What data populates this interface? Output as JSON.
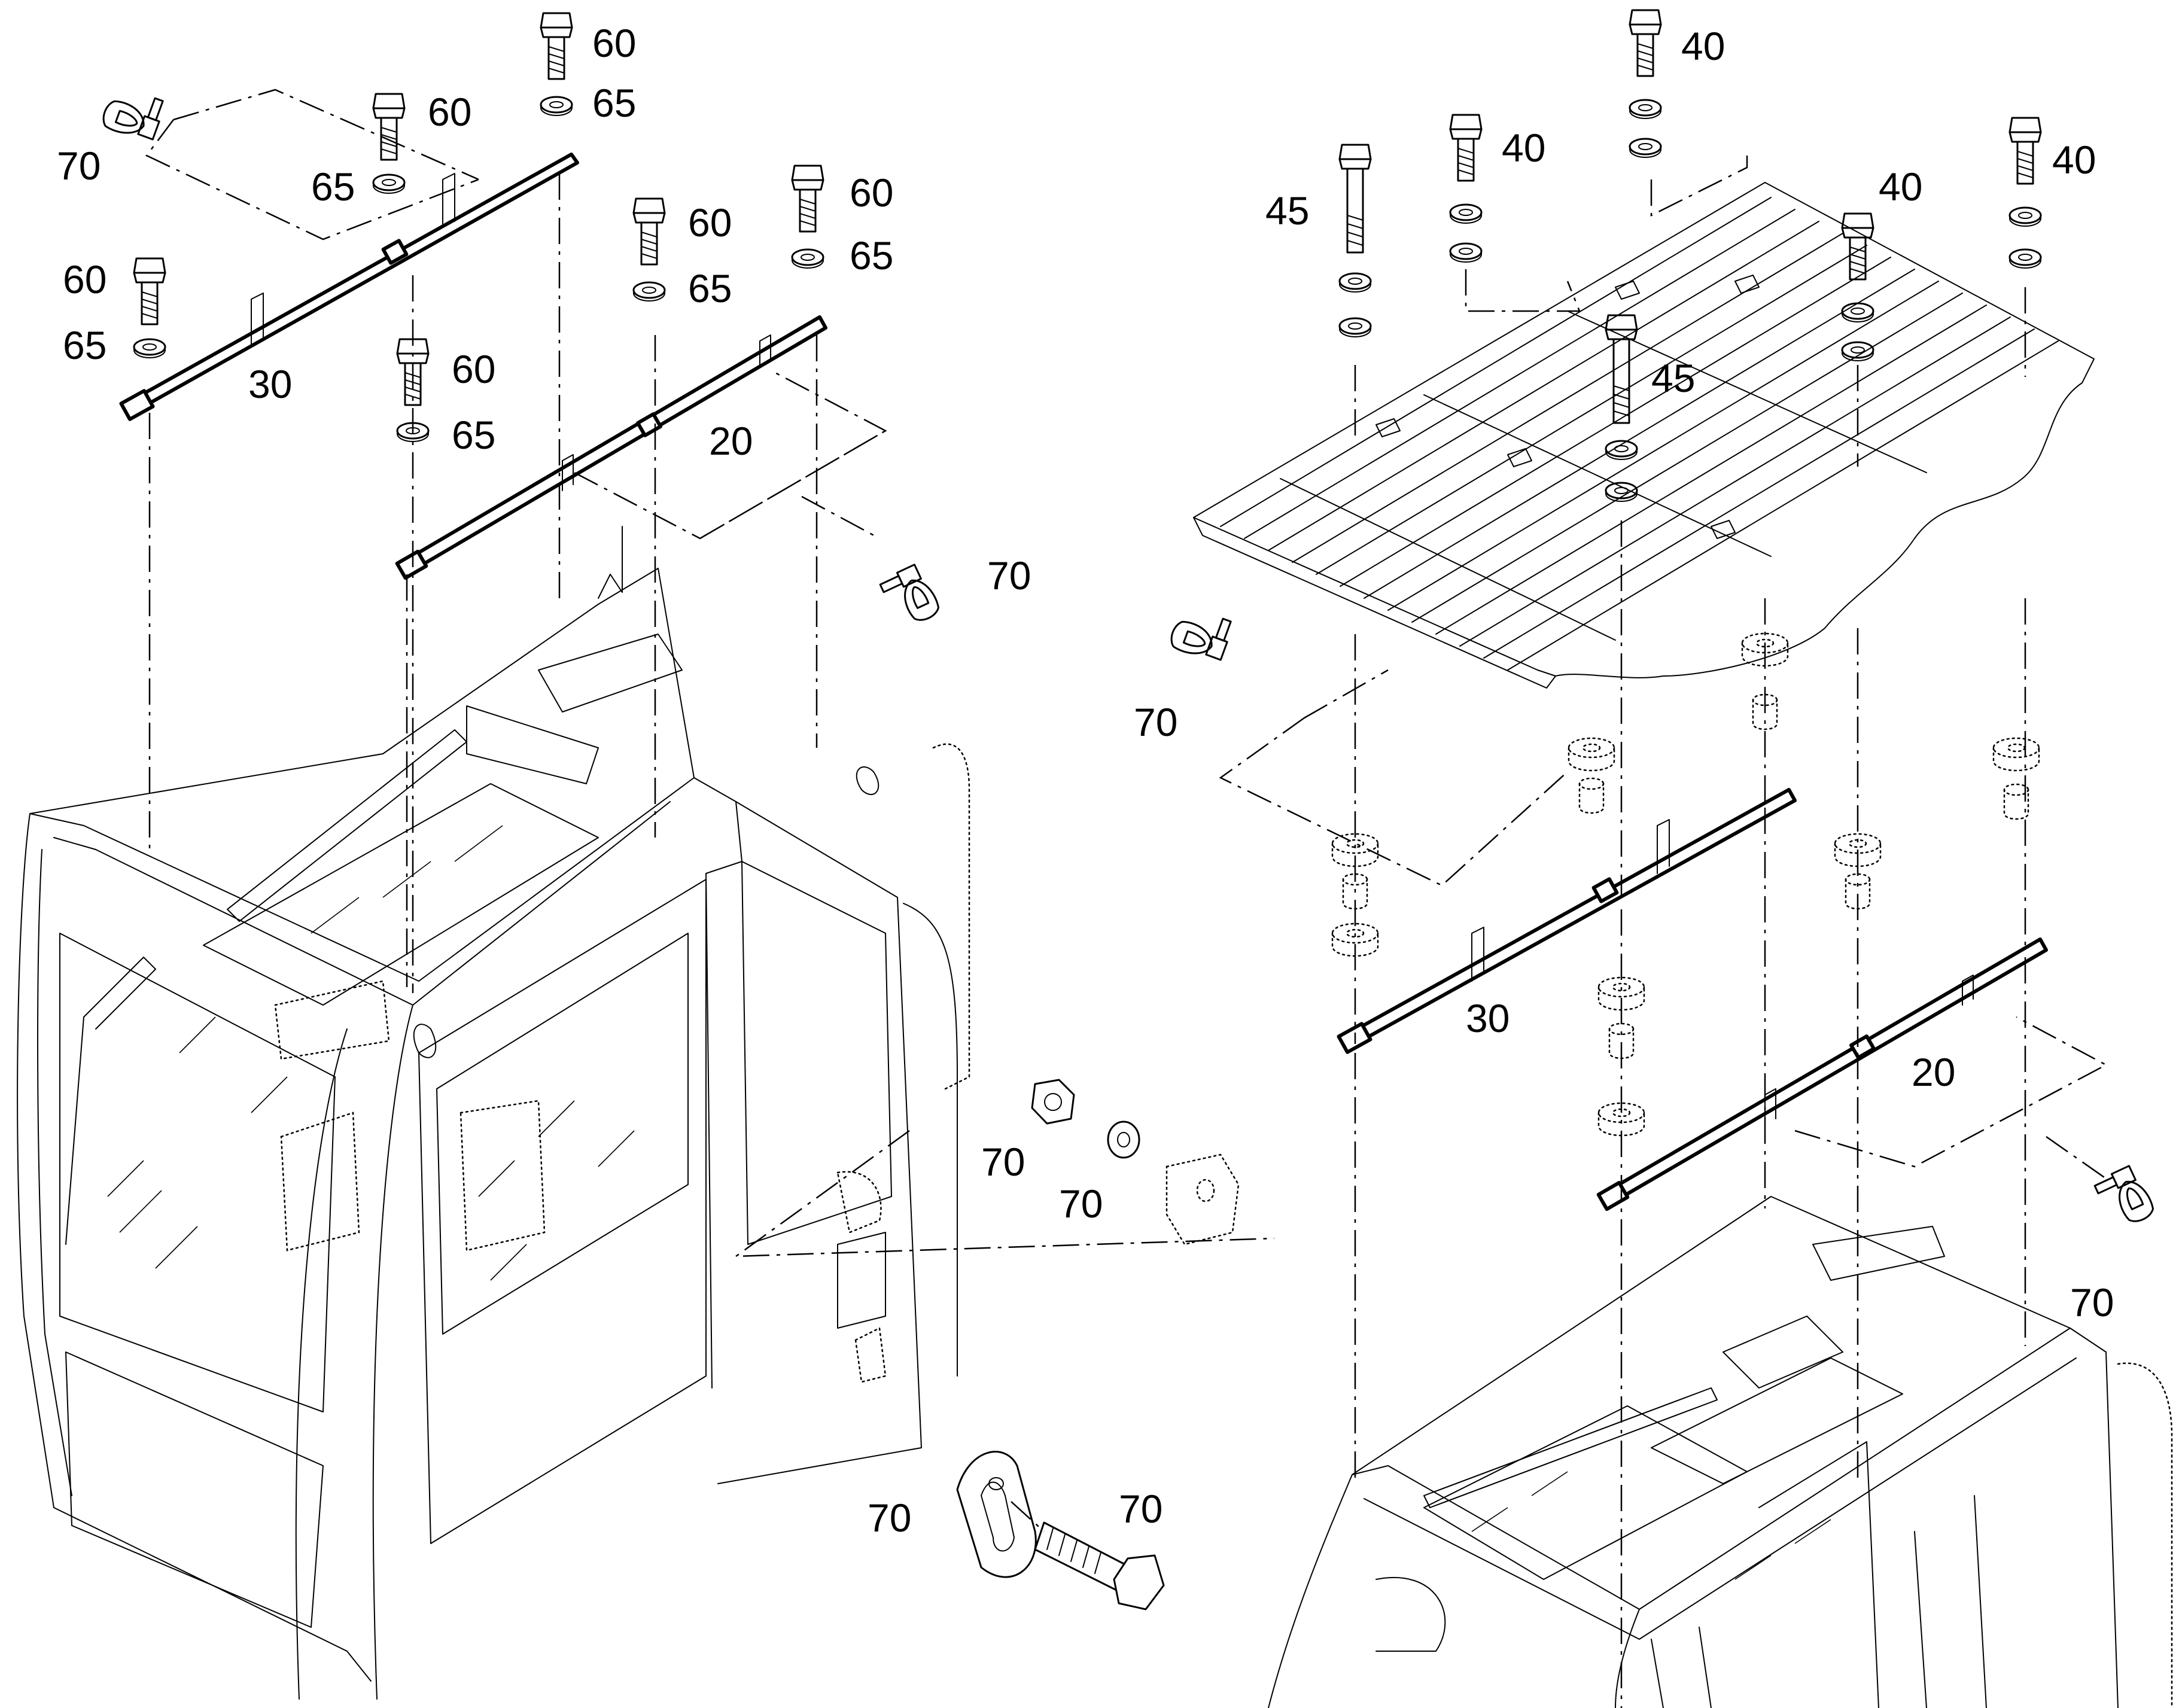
{
  "left_view": {
    "callouts": {
      "c1": "70",
      "c2": "60",
      "c3": "65",
      "c4": "60",
      "c5": "65",
      "c6": "60",
      "c7": "65",
      "c8": "30",
      "c9": "60",
      "c10": "65",
      "c11": "60",
      "c12": "65",
      "c13": "60",
      "c14": "65",
      "c15": "20",
      "c16": "70"
    }
  },
  "right_view": {
    "callouts": {
      "c1": "40",
      "c2": "40",
      "c3": "45",
      "c4": "40",
      "c5": "40",
      "c6": "45",
      "c7": "70",
      "c8": "30",
      "c9": "20",
      "c10": "70"
    }
  },
  "detail_view": {
    "callouts": {
      "c1": "70",
      "c2": "70",
      "c3": "70",
      "c4": "70"
    }
  }
}
